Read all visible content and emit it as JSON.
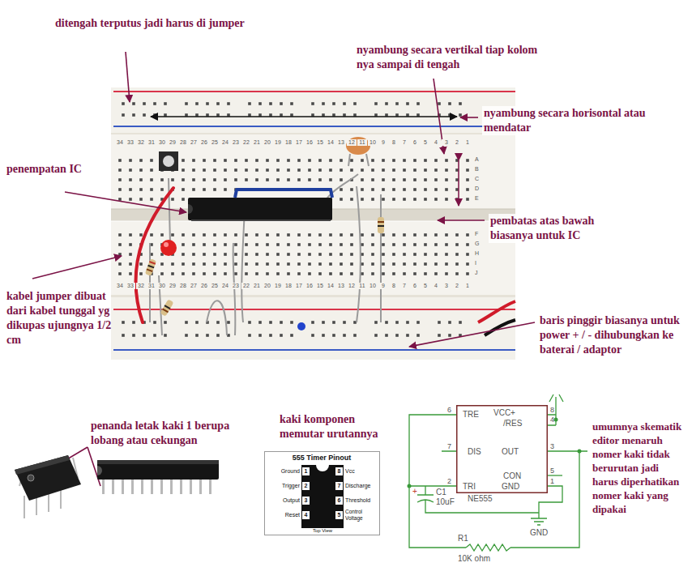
{
  "diagram": {
    "nodes": [
      {
        "text": [
          "555 Timer Pinout",
          "Ground",
          "1",
          "Trigger",
          "2",
          "Output",
          "3",
          "Reset",
          "4",
          "8",
          "Vcc",
          "7",
          "Discharge",
          "6",
          "Threshold",
          "5",
          "Control Voltage",
          "Top View"
        ]
      },
      {
        "text": [
          "TRE",
          "VCC+",
          "/RES",
          "DIS",
          "OUT",
          "CON",
          "GND",
          "TRI",
          "NE555"
        ]
      }
    ],
    "labels": [
      "ditengah terputus jadi harus di jumper",
      "nyambung secara vertikal tiap kolom nya sampai di tengah",
      "nyambung secara horisontal atau mendatar",
      "penempatan IC",
      "pembatas atas bawah biasanya untuk IC",
      "kabel jumper dibuat dari kabel tunggal yg dikupas ujungnya 1/2 cm",
      "baris pinggir biasanya untuk power + / - dihubungkan ke baterai / adaptor",
      "penanda letak kaki 1 berupa lobang atau cekungan",
      "kaki komponen memutar urutannya",
      "umumnya skematik editor menaruh nomer kaki tidak berurutan jadi harus diperhatikan nomer kaki yang dipakai",
      "6",
      "8",
      "4",
      "7",
      "3",
      "5",
      "2",
      "1",
      "+",
      "C1",
      "10uF",
      "R1",
      "10K ohm",
      "GND",
      "A",
      "B",
      "C",
      "D",
      "E",
      "F",
      "G",
      "H",
      "I",
      "J",
      "34",
      "33",
      "32",
      "31",
      "30",
      "29",
      "28",
      "27",
      "26",
      "25",
      "24",
      "23",
      "22",
      "21",
      "20",
      "19",
      "18",
      "17",
      "16",
      "15",
      "14",
      "13",
      "12",
      "11",
      "10",
      "9",
      "8",
      "7",
      "6",
      "5",
      "4",
      "3",
      "2",
      "1",
      "34",
      "33",
      "32",
      "31",
      "30",
      "29",
      "28",
      "27",
      "26",
      "25",
      "24",
      "23",
      "22",
      "21",
      "20",
      "19",
      "18",
      "17",
      "16",
      "15",
      "14",
      "13",
      "12",
      "11",
      "10",
      "9",
      "8",
      "7",
      "6",
      "5",
      "4",
      "3",
      "2",
      "1"
    ]
  }
}
